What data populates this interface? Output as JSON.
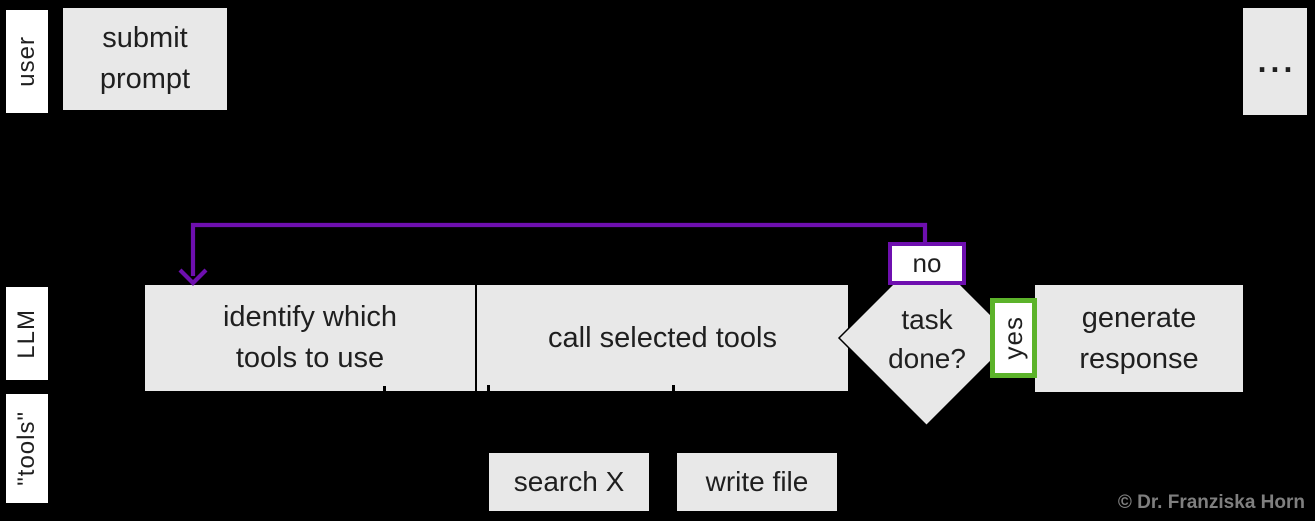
{
  "colors": {
    "bg": "#000000",
    "box": "#e8e8e8",
    "lane": "#ffffff",
    "ink": "#1f1f1f",
    "purple": "#6e0faf",
    "green": "#5cb32a",
    "muted": "#7f7f7f"
  },
  "lanes": {
    "user": "user",
    "llm": "LLM",
    "tools": "\"tools\""
  },
  "flow": {
    "submit_prompt": "submit\nprompt",
    "ellipsis": "...",
    "identify": "identify which\ntools to use",
    "call_tools": "call selected tools",
    "task_done": "task\ndone?",
    "no": "no",
    "yes": "yes",
    "generate": "generate\nresponse",
    "search_x": "search X",
    "write_file": "write file"
  },
  "footer": {
    "copyright": "© Dr. Franziska Horn"
  }
}
